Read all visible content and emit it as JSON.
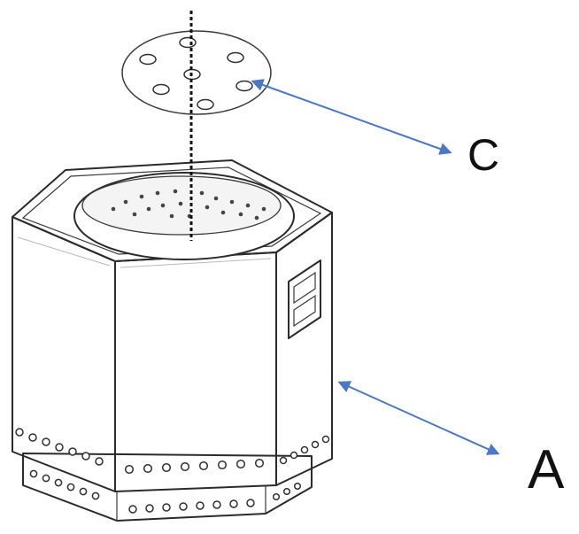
{
  "labels": {
    "c": "C",
    "a": "A"
  },
  "parts": [
    {
      "id": "c",
      "icon": "perforated-disc-icon"
    },
    {
      "id": "a",
      "icon": "hexagonal-fire-pit-body-icon"
    }
  ],
  "colors": {
    "arrow": "#4a78c4",
    "outline": "#2b2b2b"
  }
}
